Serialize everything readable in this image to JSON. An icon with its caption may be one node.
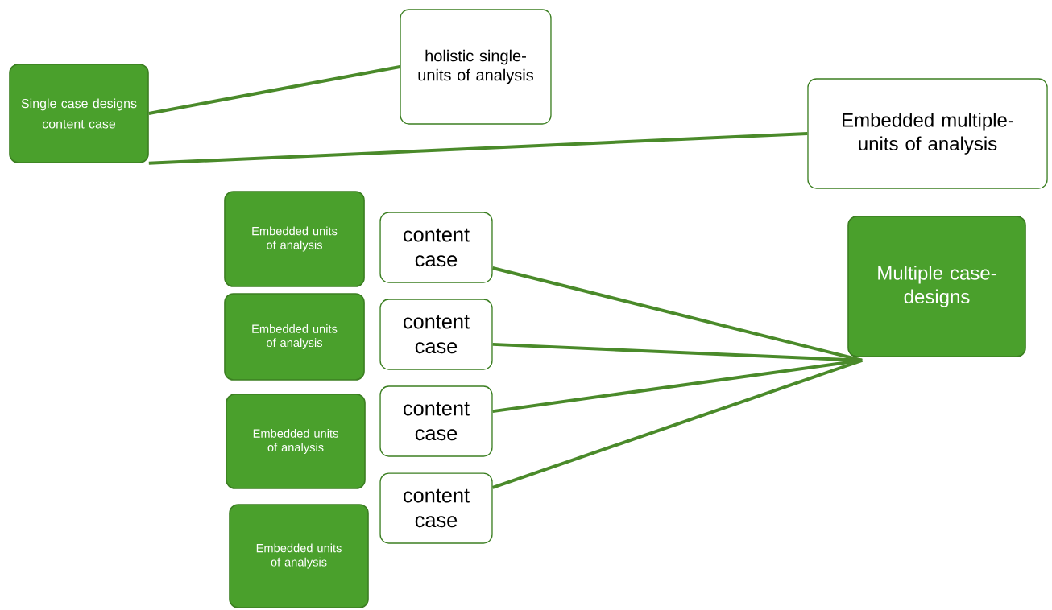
{
  "diagram": {
    "nodes": [
      {
        "text": [
          "Single case designs",
          "content case"
        ]
      },
      {
        "text": [
          "holistic single-units of analysis"
        ]
      },
      {
        "text": [
          "Embedded multiple-units of analysis"
        ]
      },
      {
        "text": [
          "Embedded units of analysis"
        ]
      },
      {
        "text": [
          "content case"
        ]
      },
      {
        "text": [
          "Embedded units of analysis"
        ]
      },
      {
        "text": [
          "content case"
        ]
      },
      {
        "text": [
          "Embedded units of analysis"
        ]
      },
      {
        "text": [
          "content case"
        ]
      },
      {
        "text": [
          "content case"
        ]
      },
      {
        "text": [
          "Embedded units of analysis"
        ]
      },
      {
        "text": [
          "Multiple case-designs"
        ]
      }
    ],
    "edges": [
      {
        "from": 0,
        "to": 1,
        "arrow": "none"
      },
      {
        "from": 0,
        "to": 2,
        "arrow": "none"
      },
      {
        "from": 11,
        "to": 4,
        "arrow": "none"
      },
      {
        "from": 11,
        "to": 6,
        "arrow": "none"
      },
      {
        "from": 11,
        "to": 8,
        "arrow": "none"
      },
      {
        "from": 11,
        "to": 9,
        "arrow": "none"
      }
    ]
  }
}
